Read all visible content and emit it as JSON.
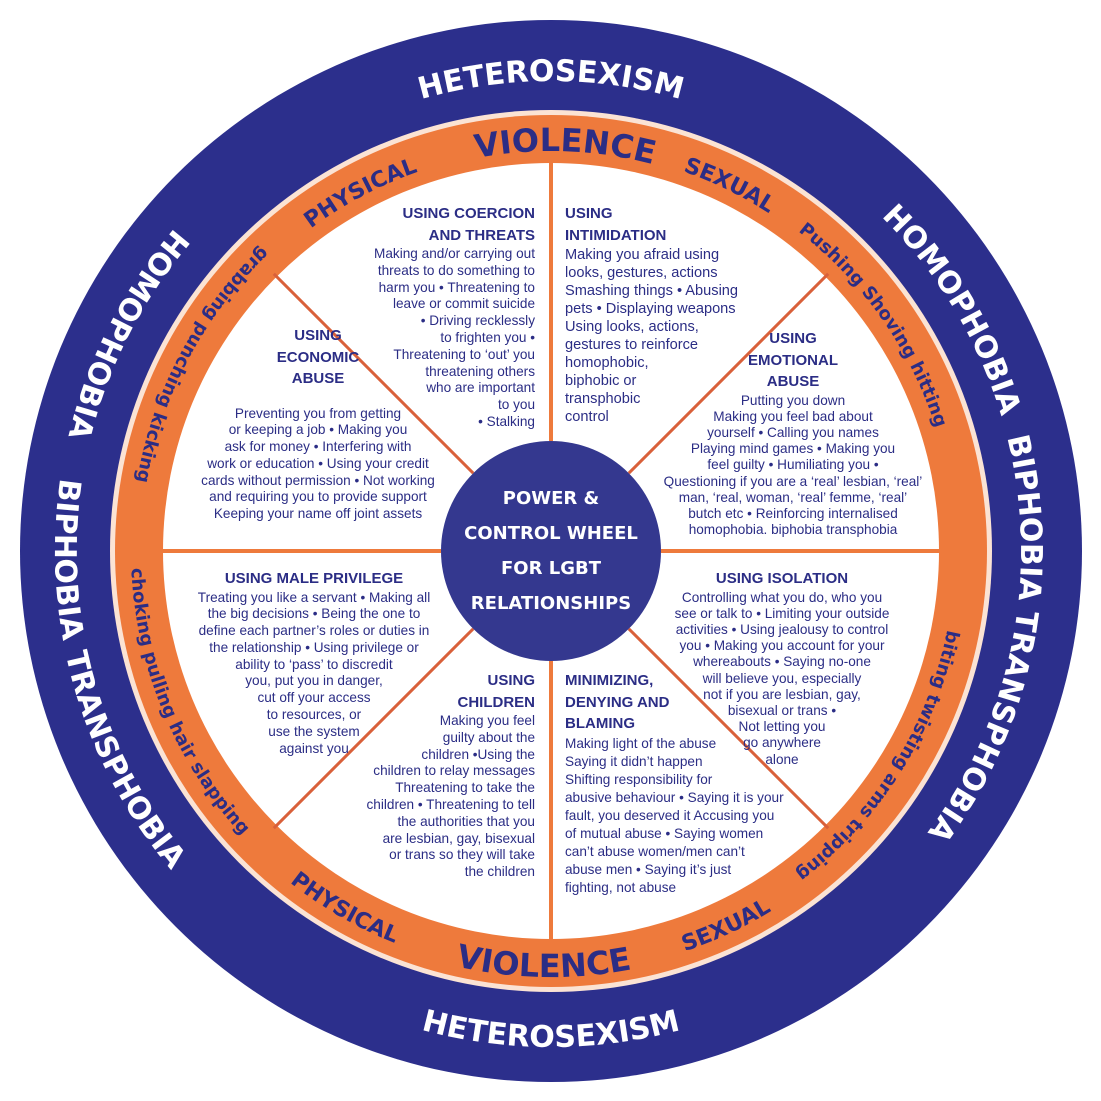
{
  "colors": {
    "navy": "#2c2f8c",
    "orange": "#ee7a3c",
    "text": "#2b2d85",
    "white": "#ffffff"
  },
  "outer_ring": {
    "top": "HETEROSEXISM",
    "right_upper": "HOMOPHOBIA",
    "right": "BIPHOBIA",
    "right_lower": "TRANSPHOBIA",
    "bottom": "HETEROSEXISM",
    "left_lower": "TRANSPHOBIA",
    "left": "BIPHOBIA",
    "left_upper": "HOMOPHOBIA"
  },
  "violence_ring": {
    "top": "VIOLENCE",
    "top_left": "PHYSICAL",
    "top_right": "SEXUAL",
    "right_upper": "Pushing  Shoving  hitting",
    "right_lower": "biting  twisting arms  tripping",
    "bottom_right": "SEXUAL",
    "bottom": "VIOLENCE",
    "bottom_left": "PHYSICAL",
    "left_lower": "choking  pulling hair  slapping",
    "left_upper": "grabbing  punching  kicking"
  },
  "center": {
    "lines": [
      "POWER &",
      "CONTROL WHEEL",
      "FOR LGBT",
      "RELATIONSHIPS"
    ]
  },
  "sections": {
    "coercion": {
      "heading": [
        "USING COERCION",
        "AND THREATS"
      ],
      "body": [
        "Making and/or carrying out",
        "threats to do something to",
        "harm you • Threatening to",
        "leave or commit suicide",
        "• Driving recklessly",
        "to frighten you •",
        "Threatening to ‘out’ you",
        "threatening others",
        "who are important",
        "to you",
        "• Stalking"
      ]
    },
    "intimidation": {
      "heading": [
        "USING",
        "INTIMIDATION"
      ],
      "body": [
        "Making you afraid using",
        "looks, gestures, actions",
        "Smashing things • Abusing",
        "pets • Displaying weapons",
        "Using looks, actions,",
        "gestures to reinforce",
        "homophobic,",
        "biphobic or",
        "transphobic",
        "control"
      ]
    },
    "economic": {
      "heading": [
        "USING",
        "ECONOMIC",
        "ABUSE"
      ],
      "body": [
        "Preventing you from getting",
        "or keeping a job • Making you",
        "ask for money • Interfering with",
        "work or education • Using your credit",
        "cards without permission • Not working",
        "and requiring you to provide support",
        "Keeping your name off joint assets"
      ]
    },
    "emotional": {
      "heading": [
        "USING",
        "EMOTIONAL",
        "ABUSE"
      ],
      "body": [
        "Putting you down",
        "Making you feel bad about",
        "yourself • Calling you names",
        "Playing mind games • Making you",
        "feel guilty • Humiliating you •",
        "Questioning if you are a ‘real’ lesbian, ‘real’",
        "man, ‘real, woman, ‘real’ femme, ‘real’",
        "butch etc • Reinforcing internalised",
        "homophobia. biphobia transphobia"
      ]
    },
    "male_privilege": {
      "heading": [
        "USING MALE PRIVILEGE"
      ],
      "body": [
        "Treating you like a servant • Making all",
        "the big decisions • Being the one to",
        "define each partner’s roles or duties in",
        "the relationship • Using privilege or",
        "ability to ‘pass’ to discredit",
        "you, put you in danger,",
        "cut off your access",
        "to resources, or",
        "use the system",
        "against you"
      ]
    },
    "isolation": {
      "heading": [
        "USING ISOLATION"
      ],
      "body": [
        "Controlling what you do, who you",
        "see or talk to • Limiting your outside",
        "activities • Using jealousy to control",
        "you • Making you account for your",
        "whereabouts • Saying no-one",
        "will believe you, especially",
        "not if you are lesbian, gay,",
        "bisexual or trans •",
        "Not letting you",
        "go anywhere",
        "alone"
      ]
    },
    "children": {
      "heading": [
        "USING",
        "CHILDREN"
      ],
      "body": [
        "Making you feel",
        "guilty about the",
        "children •Using the",
        "children to relay messages",
        "Threatening to take the",
        "children • Threatening to tell",
        "the authorities that you",
        "are lesbian, gay, bisexual",
        "or trans so they will take",
        "the children"
      ]
    },
    "minimizing": {
      "heading": [
        "MINIMIZING,",
        "DENYING AND",
        "BLAMING"
      ],
      "body": [
        "Making light of the abuse",
        "Saying it didn’t happen",
        "Shifting responsibility for",
        "abusive behaviour • Saying it is your",
        "fault, you deserved it Accusing you",
        "of mutual abuse • Saying women",
        "can’t abuse women/men can’t",
        "abuse men • Saying it’s just",
        "fighting, not abuse"
      ]
    }
  }
}
